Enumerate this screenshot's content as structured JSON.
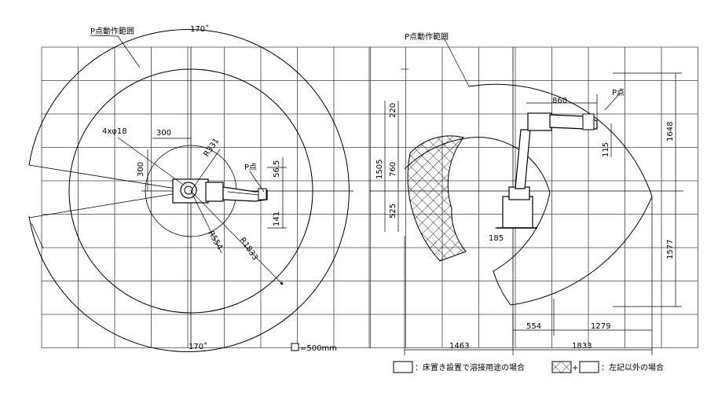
{
  "left_view": {
    "range_label": "P点動作範囲",
    "angle_top": "170˚",
    "angle_bottom": "170˚",
    "holes_label": "4xφ18",
    "dim_300_h": "300",
    "dim_300_v": "300",
    "r331": "R331",
    "r554": "R554",
    "r1833": "R1833",
    "p_point": "P点",
    "dim_56_5": "56.5",
    "dim_141": "141",
    "scale_label": "=500mm"
  },
  "right_view": {
    "range_label": "P点動作範囲",
    "p_point": "P点",
    "dim_860": "860",
    "dim_115": "115",
    "dim_185": "185",
    "dim_220": "220",
    "dim_760": "760",
    "dim_1505": "1505",
    "dim_525": "525",
    "dim_1648": "1648",
    "dim_1577": "1577",
    "dim_554": "554",
    "dim_1279": "1279",
    "dim_1463": "1463",
    "dim_1833": "1833"
  },
  "legend": {
    "floor_welding": "：床置き設置で溶接用途の場合",
    "plus": "+",
    "other": "：左記以外の場合"
  }
}
